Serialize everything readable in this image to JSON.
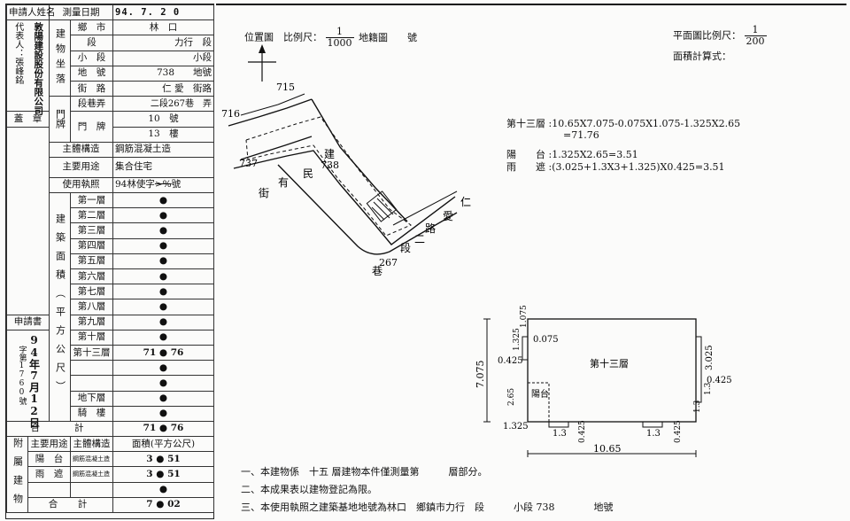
{
  "form": {
    "applicant_label": "申請人姓名",
    "applicant_role": "代表人：張峰銘",
    "applicant_company": "敦陽建設股份有限公司",
    "seal_label": "蓋　章",
    "survey_date_label": "測量日期",
    "survey_date": "94. 7. 2 0",
    "building_location_label": "建物坐落",
    "township_label": "鄉　市",
    "township_value": "林　口",
    "section_label": "段",
    "section_value": "力行　段",
    "subsection_label": "小　段",
    "subsection_value": "小段",
    "lot_label": "地　號",
    "lot_value": "738　　地號",
    "door_label": "門牌",
    "street_label": "街　路",
    "street_value": "仁 愛　街路",
    "lane_label": "段巷弄",
    "lane_value": "二段267巷　弄",
    "plate_label": "門　牌",
    "plate_no": "10　號",
    "floor_no": "13　樓",
    "structure_label": "主體構造",
    "structure_value": "鋼筋混凝土造",
    "use_label": "主要用途",
    "use_value": "集合住宅",
    "permit_label": "使用執照",
    "permit_value": "94林使字",
    "permit_suffix": "號",
    "area_label": "建築面積（平方公尺）",
    "floors": [
      {
        "label": "第一層",
        "value": "●"
      },
      {
        "label": "第二層",
        "value": "●"
      },
      {
        "label": "第三層",
        "value": "●"
      },
      {
        "label": "第四層",
        "value": "●"
      },
      {
        "label": "第五層",
        "value": "●"
      },
      {
        "label": "第六層",
        "value": "●"
      },
      {
        "label": "第七層",
        "value": "●"
      },
      {
        "label": "第八層",
        "value": "●"
      },
      {
        "label": "第九層",
        "value": "●"
      },
      {
        "label": "第十層",
        "value": "●"
      },
      {
        "label": "第十三層",
        "value": "71 ● 76"
      },
      {
        "label": "",
        "value": "●"
      },
      {
        "label": "",
        "value": "●"
      },
      {
        "label": "地下層",
        "value": "●"
      },
      {
        "label": "騎　樓",
        "value": "●"
      }
    ],
    "total_label": "合　　計",
    "total_value": "71 ● 76",
    "application_label": "申請書",
    "application_date": "94年7月12日",
    "application_no": "字第1760號",
    "attach_label": "附屬建物",
    "attach_header": [
      "主要用途",
      "主體構造",
      "面積(平方公尺)"
    ],
    "attachments": [
      {
        "use": "陽　台",
        "structure": "鋼筋混凝土造",
        "area": "3 ● 51"
      },
      {
        "use": "雨　遮",
        "structure": "鋼筋混凝土造",
        "area": "3 ● 51"
      },
      {
        "use": "",
        "structure": "",
        "area": "●"
      }
    ],
    "attach_total_label": "合　計",
    "attach_total_value": "7 ● 02"
  },
  "map": {
    "position_label": "位置圖　比例尺：",
    "position_scale_num": "1",
    "position_scale_den": "1000",
    "cadastral_label": "地籍圖　　號",
    "plan_scale_label": "平面圖比例尺：",
    "plan_scale_num": "1",
    "plan_scale_den": "200",
    "area_calc_label": "面積計算式：",
    "lot_numbers": [
      "715",
      "716",
      "737",
      "738",
      "267"
    ],
    "road_chars": [
      "民",
      "有",
      "街",
      "建",
      "仁",
      "愛",
      "路",
      "二",
      "段",
      "巷"
    ]
  },
  "calc": {
    "floor13_label": "第十三層",
    "floor13_formula": ":10.65X7.075-0.075X1.075-1.325X2.65",
    "floor13_result": "=71.76",
    "balcony_label": "陽　　台",
    "balcony_formula": ":1.325X2.65=3.51",
    "canopy_label": "雨　　遮",
    "canopy_formula": ":(3.025+1.3X3+1.325)X0.425=3.51"
  },
  "plan": {
    "room_label": "第十三層",
    "balcony_label": "陽台",
    "dims": [
      "7.075",
      "10.65",
      "1.075",
      "1.325",
      "0.075",
      "0.425",
      "3.025",
      "0.425",
      "1.3",
      "2.65",
      "1.325",
      "1.3",
      "0.425",
      "1.3",
      "0.425",
      "1.3"
    ]
  },
  "notes": [
    "一、本建物係　十五 層建物本件僅測量第　　　層部分。",
    "二、本成果表以建物登記為限。",
    "三、本使用執照之建築基地地號為林口　鄉鎮市力行　段　　　小段  738　　　　地號"
  ]
}
